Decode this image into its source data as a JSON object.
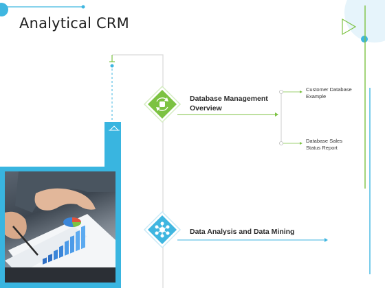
{
  "page": {
    "title": "Analytical CRM"
  },
  "diagram": {
    "node_top": {
      "label_line1": "Database Management",
      "label_line2": "Overview",
      "icon": "database-sync-icon",
      "color": "#7cc242"
    },
    "node_bottom": {
      "label": "Data Analysis and Data Mining",
      "icon": "network-hub-icon",
      "color": "#3fb6e0"
    },
    "branches": [
      {
        "line1": "Customer Database",
        "line2": "Example"
      },
      {
        "line1": "Database Sales",
        "line2": "Status Report"
      }
    ]
  },
  "photo": {
    "subject": "business-report-chart-photo"
  },
  "colors": {
    "accent_green": "#7cc242",
    "accent_blue": "#3fb6e0",
    "frame_blue": "#39b5e0",
    "line_gray": "#d9d9d9"
  }
}
